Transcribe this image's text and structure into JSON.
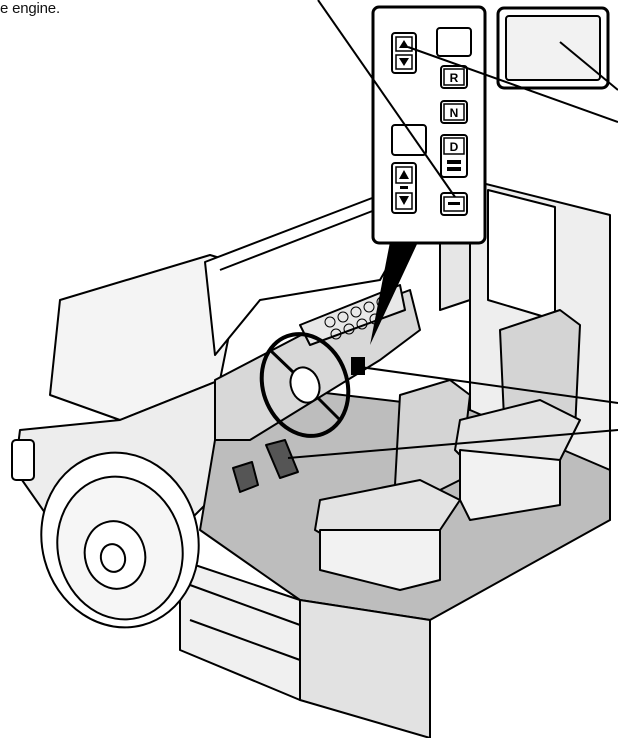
{
  "caption": {
    "text": "e engine."
  },
  "shifter_panel": {
    "buttons": [
      {
        "name": "up-arrow-button",
        "symbol": "▲"
      },
      {
        "name": "down-arrow-button",
        "symbol": "▼"
      },
      {
        "name": "reverse-button",
        "label": "R"
      },
      {
        "name": "neutral-button",
        "label": "N"
      },
      {
        "name": "drive-button",
        "label": "D"
      },
      {
        "name": "lower-up-arrow-button",
        "symbol": "▲"
      },
      {
        "name": "lower-down-arrow-button",
        "symbol": "▼"
      }
    ]
  },
  "colors": {
    "line": "#000000",
    "light_fill": "#f2f2f2",
    "mid_fill": "#d6d6d6",
    "dark_fill": "#9a9a9a",
    "floor_fill": "#bdbdbd"
  }
}
